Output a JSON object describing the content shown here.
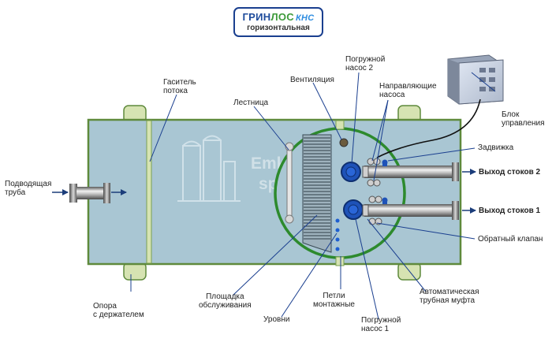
{
  "title": {
    "brand_part1": "ГРИН",
    "brand_part2": "ЛОС",
    "product": "КНС",
    "subtitle": "горизонтальная"
  },
  "watermark": [
    "Emkost-",
    "spb"
  ],
  "labels": {
    "inlet_pipe": [
      "Подводящая",
      "труба"
    ],
    "flow_damper": [
      "Гаситель",
      "потока"
    ],
    "ladder": "Лестница",
    "ventilation": "Вентиляция",
    "pump2": [
      "Погружной",
      "насос 2"
    ],
    "guide_rails": [
      "Направляющие",
      "насоса"
    ],
    "control_unit": [
      "Блок",
      "управления"
    ],
    "gate_valve": "Задвижка",
    "outlet2": "Выход стоков 2",
    "outlet1": "Выход стоков 1",
    "check_valve": "Обратный клапан",
    "auto_coupling": [
      "Автоматическая",
      "трубная муфта"
    ],
    "pump1": [
      "Погружной",
      "насос 1"
    ],
    "mounting_loops": [
      "Петли",
      "монтажные"
    ],
    "levels": "Уровни",
    "service_platform": [
      "Площадка",
      "обслуживания"
    ],
    "support": [
      "Опора",
      "с держателем"
    ]
  },
  "colors": {
    "tank_fill": "#a9c6d3",
    "tank_border": "#5f8a3c",
    "manhole_border": "#2d8a2d",
    "pump_blue": "#1e52b8",
    "support_fill": "#d6e3b2",
    "arrow": "#1b3d7a"
  }
}
